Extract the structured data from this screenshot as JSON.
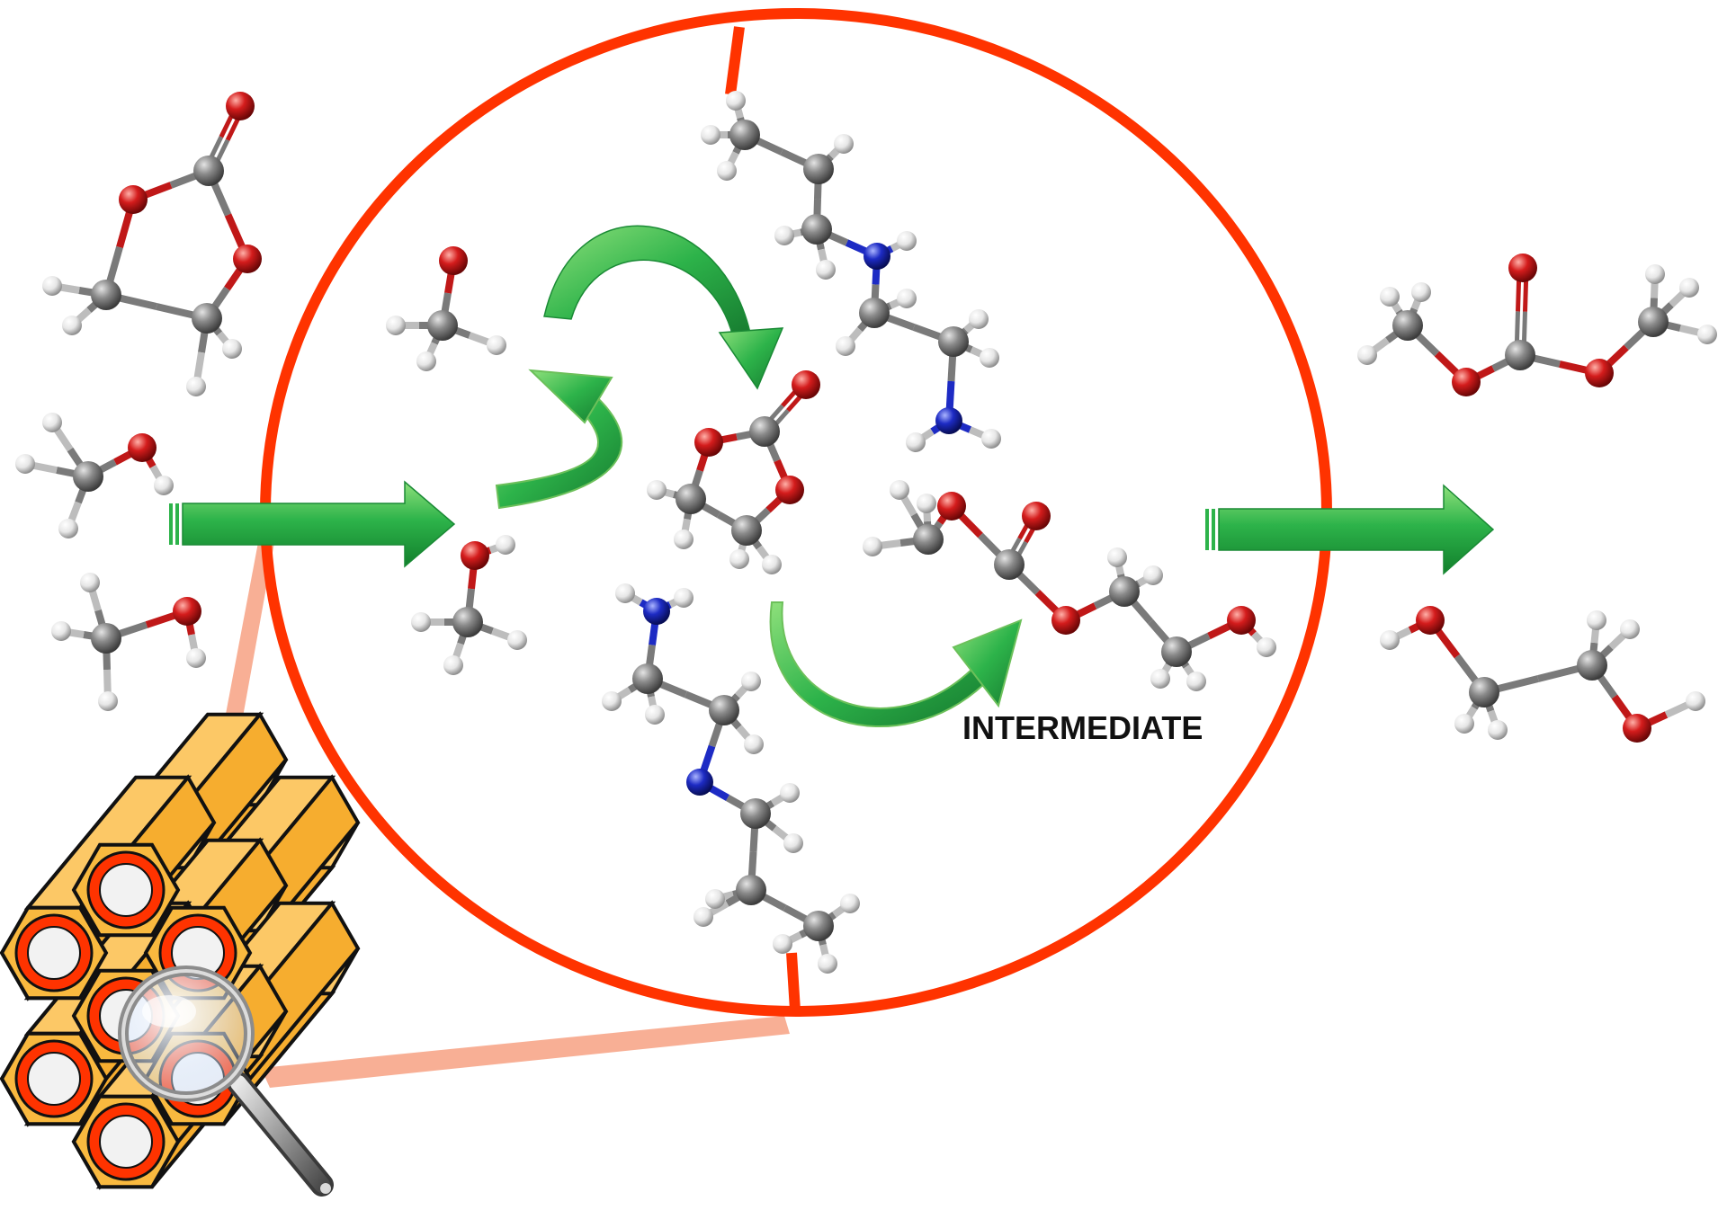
{
  "diagram": {
    "intermediate_label": "INTERMEDIATE",
    "colors": {
      "reactor_circle": "#ff3300",
      "zoom_beam": "#f7a182",
      "arrow_green": "#2db34a",
      "arrow_green_light": "#8ee07b",
      "carbon": "#7a7a7a",
      "oxygen": "#d41c1c",
      "nitrogen": "#1d2bc4",
      "hydrogen": "#e6e6e6",
      "catalyst_body": "#f9b93f",
      "catalyst_pore_ring": "#ff3300",
      "catalyst_pore_center": "#f2f2f2"
    },
    "molecules": [
      {
        "name": "ethylene-carbonate-reactant",
        "role": "reactant"
      },
      {
        "name": "methanol-reactant-1",
        "role": "reactant"
      },
      {
        "name": "methanol-reactant-2",
        "role": "reactant"
      },
      {
        "name": "methoxide-adsorbed",
        "role": "inside-pore"
      },
      {
        "name": "methanol-inside",
        "role": "inside-pore"
      },
      {
        "name": "ethylene-carbonate-inside",
        "role": "inside-pore"
      },
      {
        "name": "amine-ligand-top",
        "role": "catalyst-site"
      },
      {
        "name": "amine-ligand-bottom",
        "role": "catalyst-site"
      },
      {
        "name": "hydroxyethyl-methyl-carbonate-intermediate",
        "role": "intermediate"
      },
      {
        "name": "dimethyl-carbonate-product",
        "role": "product"
      },
      {
        "name": "ethylene-glycol-product",
        "role": "product"
      }
    ]
  }
}
